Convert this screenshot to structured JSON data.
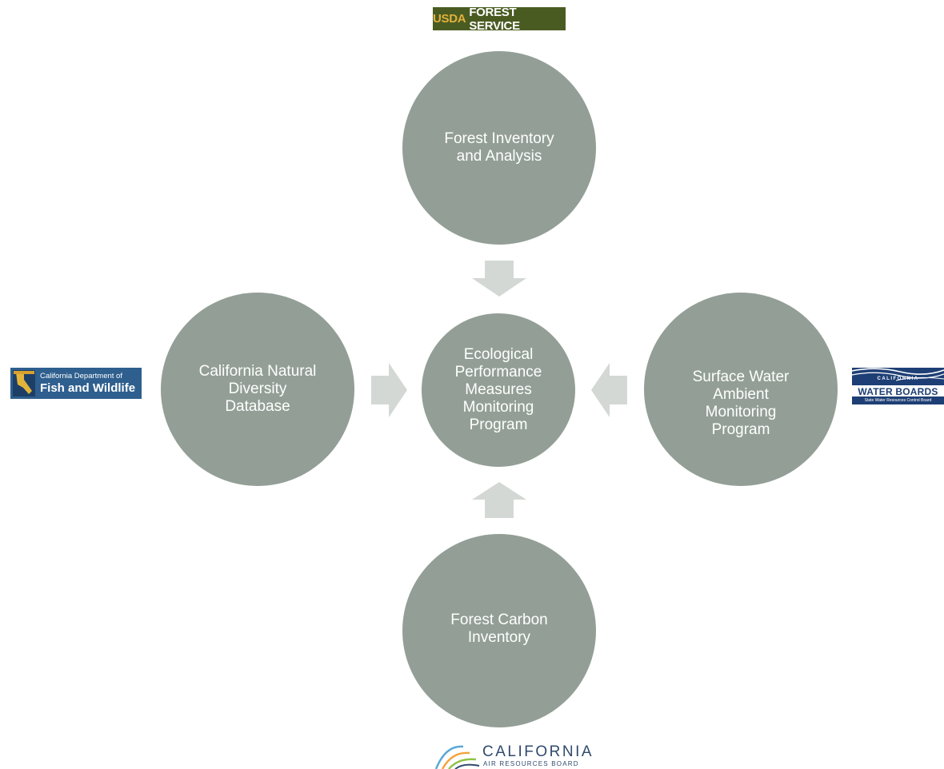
{
  "colors": {
    "node_fill": "#939f96",
    "node_text": "#ffffff",
    "arrow_fill": "#d3d8d4",
    "usda_bg": "#4a5b22",
    "cdfw_bg": "#2e5f8e",
    "waterboards_blue": "#1e3f75",
    "carb_text": "#2f4a6d"
  },
  "nodes": {
    "top": "Forest Inventory\nand Analysis",
    "center": "Ecological\nPerformance\nMeasures\nMonitoring\nProgram",
    "left": "California Natural\nDiversity\nDatabase",
    "right": "Surface Water\nAmbient\nMonitoring\nProgram",
    "bottom": "Forest Carbon\nInventory"
  },
  "arrows": {
    "top": "arrow-down-icon",
    "left": "arrow-right-icon",
    "right": "arrow-left-icon",
    "bottom": "arrow-up-icon"
  },
  "logos": {
    "usda": {
      "part1": "USDA",
      "part2": "FOREST SERVICE"
    },
    "cdfw": {
      "line1": "California Department of",
      "line2": "Fish and Wildlife"
    },
    "waterboards": {
      "line1": "CALIFORNIA",
      "line2": "WATER BOARDS",
      "line3": "State Water Resources Control Board"
    },
    "carb": {
      "line1": "CALIFORNIA",
      "line2": "AIR RESOURCES BOARD"
    }
  }
}
